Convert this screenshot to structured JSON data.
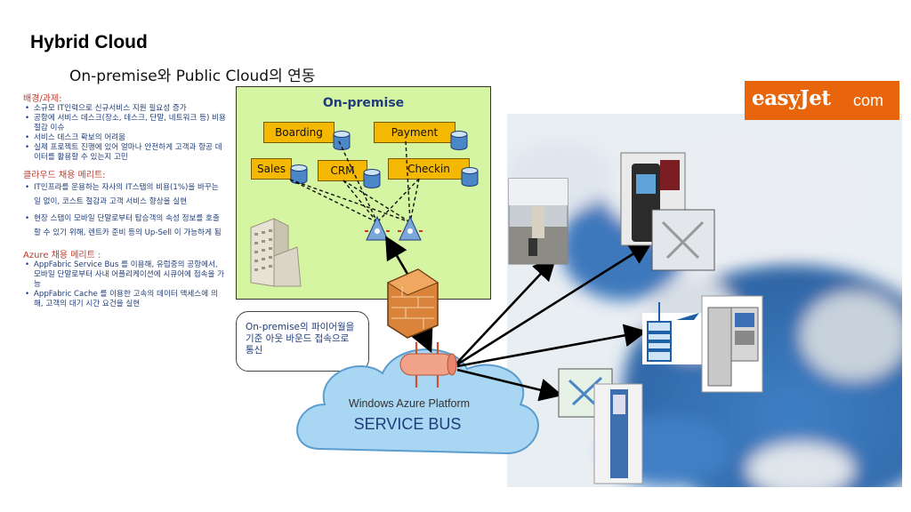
{
  "title": "Hybrid Cloud",
  "subtitle": "On-premise와 Public Cloud의 연동",
  "sections": [
    {
      "heading": "배경/과제:",
      "items": [
        "소규모 IT인력으로 신규서비스 지원 필요성 증가",
        "공항에 서비스 데스크(장소, 데스크, 단말, 네트워크 등) 비용 절감 이슈",
        "서비스 데스크 확보의 어려움",
        "실제 프로젝트 진행에 있어 얼마나 안전하게 고객과 항공 데이터를 활용할 수 있는지 고민"
      ]
    },
    {
      "heading": "클라우드 채용 메리트:",
      "items": [
        "IT인프라를 운용하는 자사의 IT스탭의 비용(1%)을 바꾸는 일 없이, 코스트 절감과 고객 서비스 향상을 실현",
        "현장 스탭이 모바일 단말로부터 탑승객의 속성 정보를 호출할 수 있기 위해, 렌트카 준비 등의 Up-Sell 이 가능하게 됨"
      ]
    },
    {
      "heading": "Azure 채용 메리트 :",
      "items": [
        "AppFabric Service Bus 를 이용해, 유럽중의 공항에서, 모바일 단말로부터 사내 어플리케이션에 시큐어에 접속을 가능",
        "AppFabric Cache 를 이용한 고속의 데이터 액세스에 의해, 고객의 대기 시간 요건을 실현"
      ]
    }
  ],
  "onprem": {
    "title": "On-premise",
    "systems": [
      "Boarding",
      "Payment",
      "Sales",
      "CRM",
      "Checkin"
    ]
  },
  "callout": "On-premise의 파이어월을 기준 아웃 바운드 접속으로 통신",
  "cloud": {
    "line1": "Windows Azure Platform",
    "line2": "SERVICE BUS"
  },
  "logo": {
    "main": "easyJet",
    "suffix": "com"
  },
  "colors": {
    "onprem_bg": "#d6f5a3",
    "system_box": "#f5b800",
    "logo_bg": "#e8650c",
    "heading_red": "#c0392b",
    "text_blue": "#1f3d7a",
    "cloud_blue": "#a9d6f2"
  },
  "icons": [
    "building-icon",
    "router-icon",
    "firewall-icon",
    "service-bus-icon",
    "database-icon"
  ]
}
